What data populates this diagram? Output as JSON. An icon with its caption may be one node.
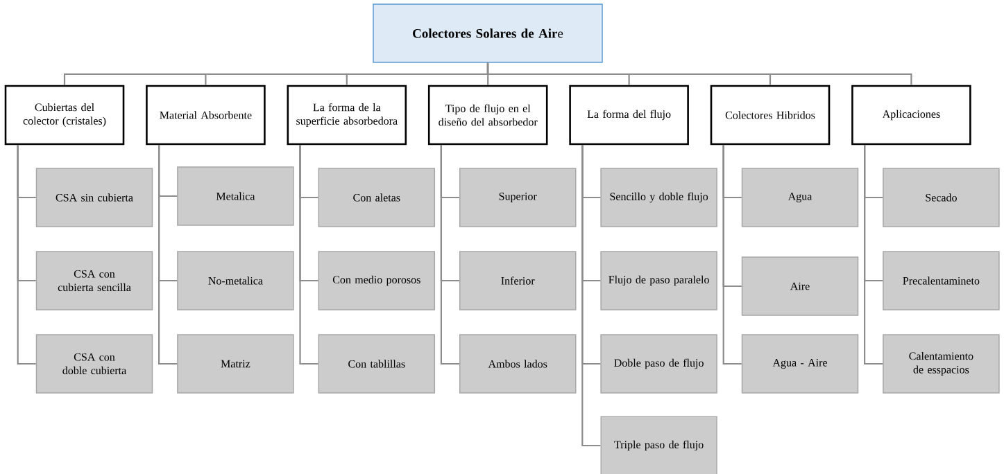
{
  "diagram": {
    "nodes": [
      {
        "text": [
          "**Colectores Solares de Air**e"
        ]
      },
      {
        "text": [
          "Cubiertas del colector (cristales)"
        ]
      },
      {
        "text": [
          "Material Absorbente"
        ]
      },
      {
        "text": [
          "La forma de la superficie absorbedora"
        ]
      },
      {
        "text": [
          "Tipo de flujo en el diseño del absorbedor"
        ]
      },
      {
        "text": [
          "La forma del flujo"
        ]
      },
      {
        "text": [
          "Colectores Hibridos"
        ]
      },
      {
        "text": [
          "Aplicaciones"
        ]
      },
      {
        "text": [
          "CSA sin cubierta"
        ]
      },
      {
        "text": [
          "CSA con cubierta sencilla"
        ]
      },
      {
        "text": [
          "CSA con doble cubierta"
        ]
      },
      {
        "text": [
          "Metalica"
        ]
      },
      {
        "text": [
          "No-metalica"
        ]
      },
      {
        "text": [
          "Matriz"
        ]
      },
      {
        "text": [
          "Con aletas"
        ]
      },
      {
        "text": [
          "Con medio porosos"
        ]
      },
      {
        "text": [
          "Con tablillas"
        ]
      },
      {
        "text": [
          "Superior"
        ]
      },
      {
        "text": [
          "Inferior"
        ]
      },
      {
        "text": [
          "Ambos lados"
        ]
      },
      {
        "text": [
          "Sencillo y doble flujo"
        ]
      },
      {
        "text": [
          "Flujo de paso paralelo"
        ]
      },
      {
        "text": [
          "Doble paso de flujo"
        ]
      },
      {
        "text": [
          "Triple paso de flujo"
        ]
      },
      {
        "text": [
          "Agua"
        ]
      },
      {
        "text": [
          "Aire"
        ]
      },
      {
        "text": [
          "Agua - Aire"
        ]
      },
      {
        "text": [
          "Secado"
        ]
      },
      {
        "text": [
          "Precalentamineto"
        ]
      },
      {
        "text": [
          "Calentamiento de esspacios"
        ]
      }
    ],
    "edges": [
      {
        "from": 0,
        "to": 1,
        "arrow": "none"
      },
      {
        "from": 0,
        "to": 2,
        "arrow": "none"
      },
      {
        "from": 0,
        "to": 3,
        "arrow": "none"
      },
      {
        "from": 0,
        "to": 4,
        "arrow": "none"
      },
      {
        "from": 0,
        "to": 5,
        "arrow": "none"
      },
      {
        "from": 0,
        "to": 6,
        "arrow": "none"
      },
      {
        "from": 0,
        "to": 7,
        "arrow": "none"
      },
      {
        "from": 1,
        "to": 8,
        "arrow": "none"
      },
      {
        "from": 1,
        "to": 9,
        "arrow": "none"
      },
      {
        "from": 1,
        "to": 10,
        "arrow": "none"
      },
      {
        "from": 2,
        "to": 11,
        "arrow": "none"
      },
      {
        "from": 2,
        "to": 12,
        "arrow": "none"
      },
      {
        "from": 2,
        "to": 13,
        "arrow": "none"
      },
      {
        "from": 3,
        "to": 14,
        "arrow": "none"
      },
      {
        "from": 3,
        "to": 15,
        "arrow": "none"
      },
      {
        "from": 3,
        "to": 16,
        "arrow": "none"
      },
      {
        "from": 4,
        "to": 17,
        "arrow": "none"
      },
      {
        "from": 4,
        "to": 18,
        "arrow": "none"
      },
      {
        "from": 4,
        "to": 19,
        "arrow": "none"
      },
      {
        "from": 5,
        "to": 20,
        "arrow": "none"
      },
      {
        "from": 5,
        "to": 21,
        "arrow": "none"
      },
      {
        "from": 5,
        "to": 22,
        "arrow": "none"
      },
      {
        "from": 5,
        "to": 23,
        "arrow": "none"
      },
      {
        "from": 6,
        "to": 24,
        "arrow": "none"
      },
      {
        "from": 6,
        "to": 25,
        "arrow": "none"
      },
      {
        "from": 6,
        "to": 26,
        "arrow": "none"
      },
      {
        "from": 7,
        "to": 27,
        "arrow": "none"
      },
      {
        "from": 7,
        "to": 28,
        "arrow": "none"
      },
      {
        "from": 7,
        "to": 29,
        "arrow": "none"
      }
    ]
  }
}
